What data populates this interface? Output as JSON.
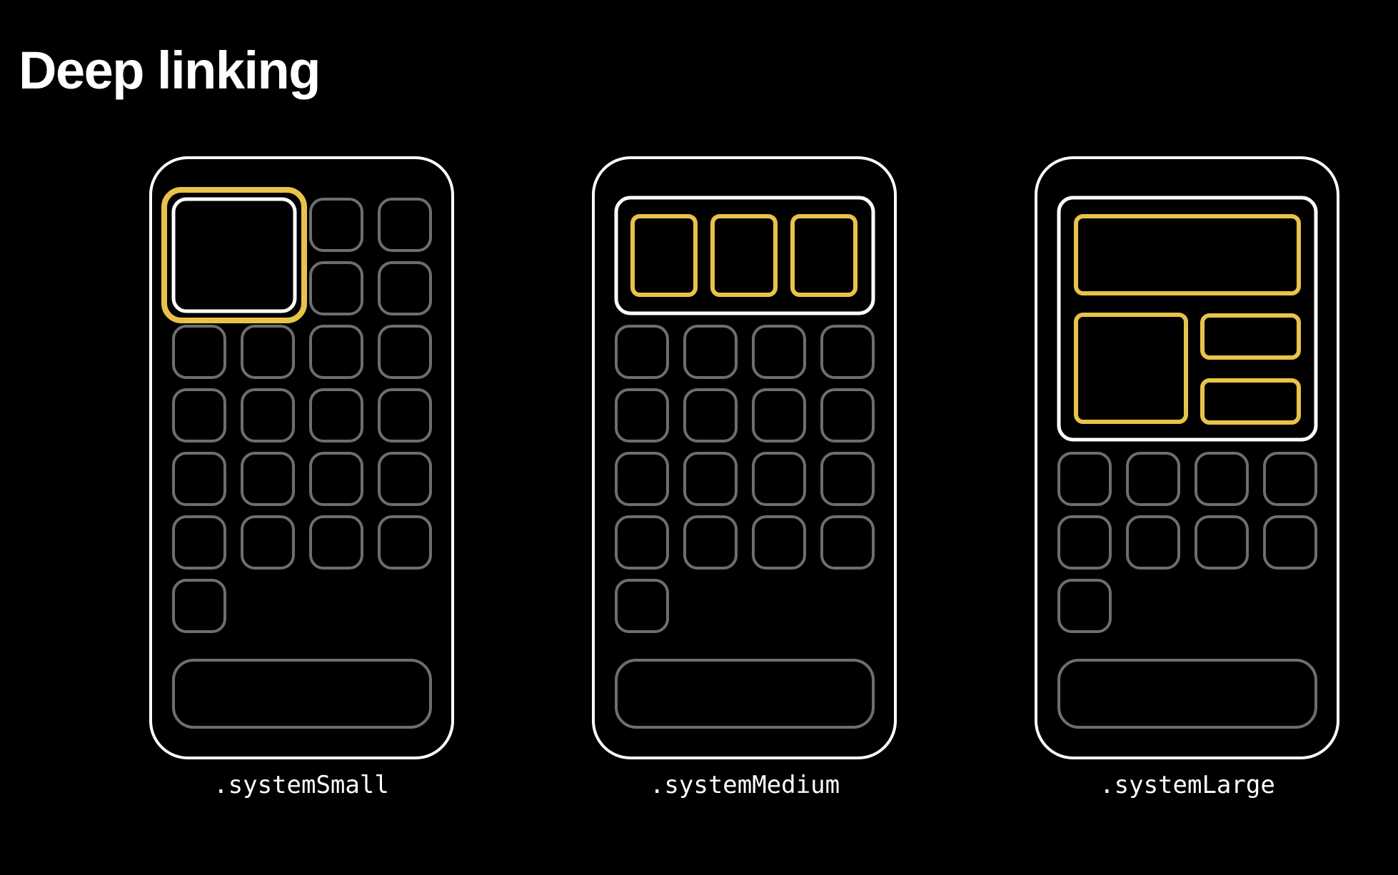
{
  "title": "Deep linking",
  "colors": {
    "background": "#000000",
    "outline": "#ffffff",
    "icon": "#6e6e6e",
    "highlight": "#e8c34a"
  },
  "phones": [
    {
      "label": ".systemSmall",
      "widget": "small",
      "highlight_regions": 1
    },
    {
      "label": ".systemMedium",
      "widget": "medium",
      "highlight_regions": 3
    },
    {
      "label": ".systemLarge",
      "widget": "large",
      "highlight_regions": 4
    }
  ]
}
